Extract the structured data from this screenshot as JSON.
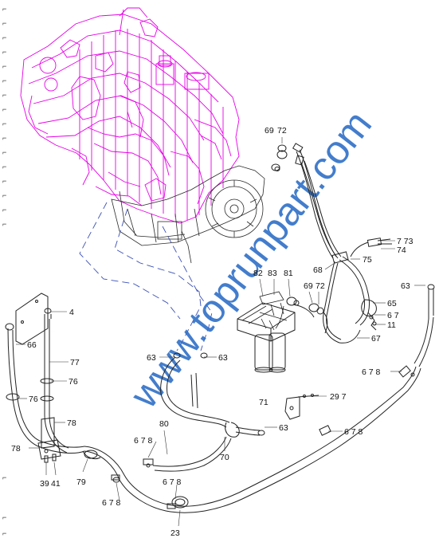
{
  "watermark": "www.toprunpart.com",
  "margin_mark": "⌐",
  "callouts": {
    "c69a": "69",
    "c72a": "72",
    "c7_73": "7 73",
    "c74": "74",
    "c75": "75",
    "c68": "68",
    "c82": "82",
    "c83": "83",
    "c81": "81",
    "c69b": "69",
    "c72b": "72",
    "c65": "65",
    "c6_7a": "6 7",
    "c11": "11",
    "c67": "67",
    "c63a": "63",
    "c4": "4",
    "c66": "66",
    "c77": "77",
    "c76a": "76",
    "c76b": "76",
    "c63b": "63",
    "c63c": "63",
    "c6_7_8a": "6 7 8",
    "c71": "71",
    "c29_7": "29 7",
    "c78a": "78",
    "c78b": "78",
    "c80": "80",
    "c63d": "63",
    "c6_7_8b": "6 7 8",
    "c6_7_8c": "6 7 8",
    "c70": "70",
    "c39": "39",
    "c41": "41",
    "c79": "79",
    "c6_7_8d": "6 7 8",
    "c6_7_8e": "6 7 8",
    "c23": "23"
  },
  "colors": {
    "engine": "#e600e6",
    "watermark": "#2f6fc7",
    "linework": "#222222",
    "dashed_link": "#3a4fb5"
  }
}
